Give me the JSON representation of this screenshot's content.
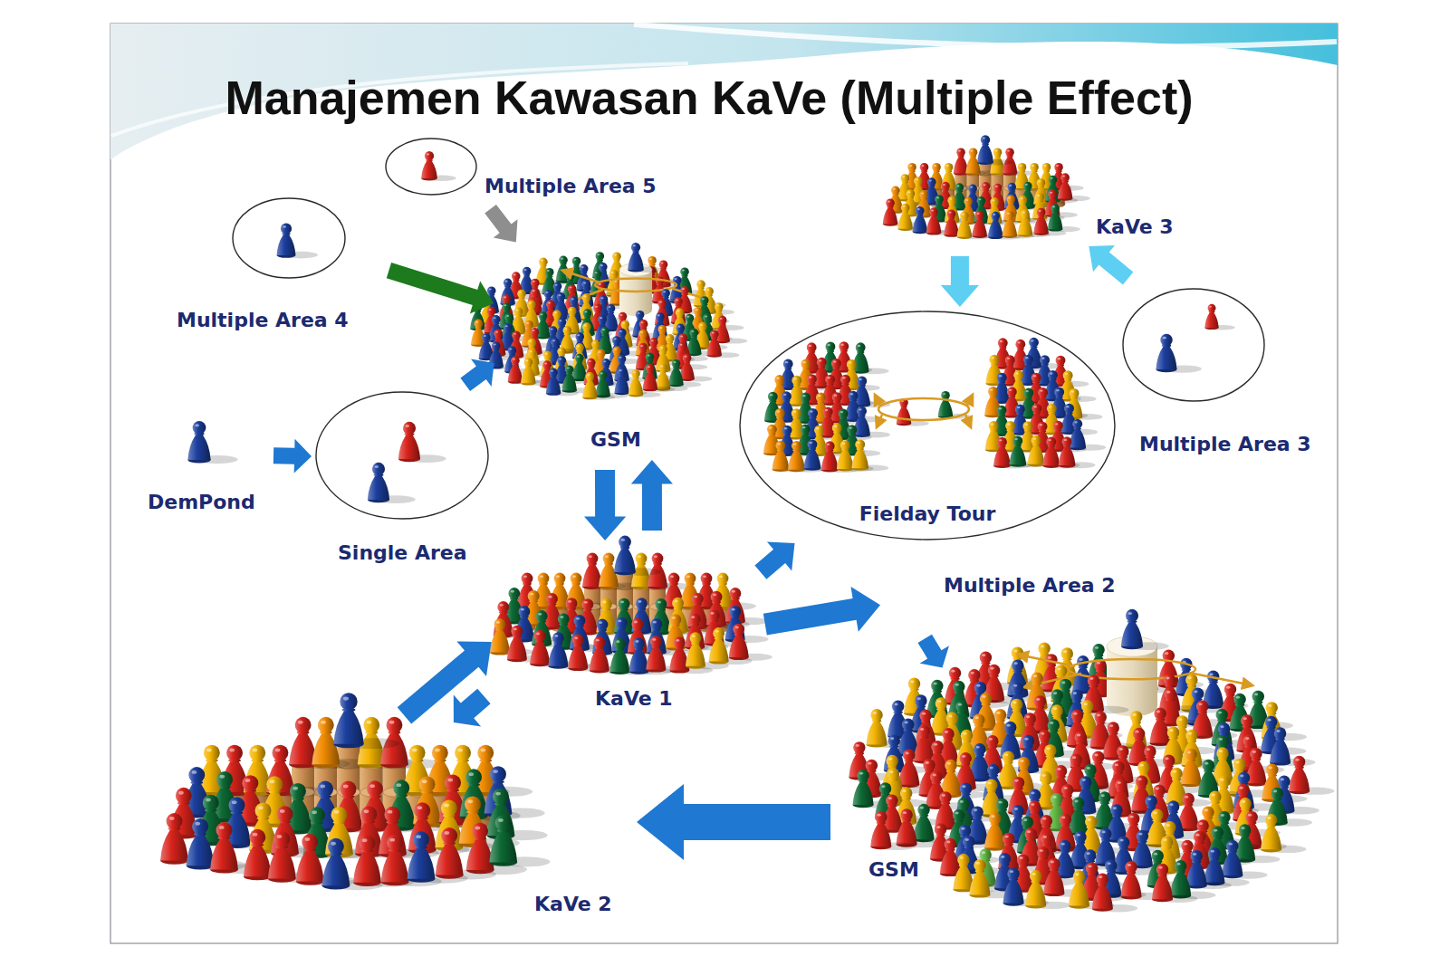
{
  "diagram": {
    "title": "Manajemen Kawasan KaVe (Multiple Effect)",
    "nodes": [
      {
        "text": [
          "Multiple Area 5"
        ]
      },
      {
        "text": [
          "KaVe 3"
        ]
      },
      {
        "text": [
          "Multiple Area 4"
        ]
      },
      {
        "text": [
          "GSM"
        ]
      },
      {
        "text": [
          "Multiple Area 3"
        ]
      },
      {
        "text": [
          "Fielday Tour"
        ]
      },
      {
        "text": [
          "DemPond"
        ]
      },
      {
        "text": [
          "Single Area"
        ]
      },
      {
        "text": [
          "Multiple Area 2"
        ]
      },
      {
        "text": [
          "KaVe 1"
        ]
      },
      {
        "text": [
          "GSM"
        ]
      },
      {
        "text": [
          "KaVe 2"
        ]
      }
    ],
    "edges": [
      {
        "from": 0,
        "to": 3,
        "arrow": "to"
      },
      {
        "from": 2,
        "to": 3,
        "arrow": "to"
      },
      {
        "from": 6,
        "to": 7,
        "arrow": "to"
      },
      {
        "from": 7,
        "to": 3,
        "arrow": "to"
      },
      {
        "from": 3,
        "to": 9,
        "arrow": "to"
      },
      {
        "from": 9,
        "to": 3,
        "arrow": "to"
      },
      {
        "from": 9,
        "to": 5,
        "arrow": "to"
      },
      {
        "from": 1,
        "to": 5,
        "arrow": "to"
      },
      {
        "from": 4,
        "to": 1,
        "arrow": "to"
      },
      {
        "from": 9,
        "to": 8,
        "arrow": "to"
      },
      {
        "from": 8,
        "to": 10,
        "arrow": "to"
      },
      {
        "from": 10,
        "to": 11,
        "arrow": "to"
      },
      {
        "from": 11,
        "to": 9,
        "arrow": "to"
      },
      {
        "from": 9,
        "to": 11,
        "arrow": "to"
      }
    ]
  }
}
